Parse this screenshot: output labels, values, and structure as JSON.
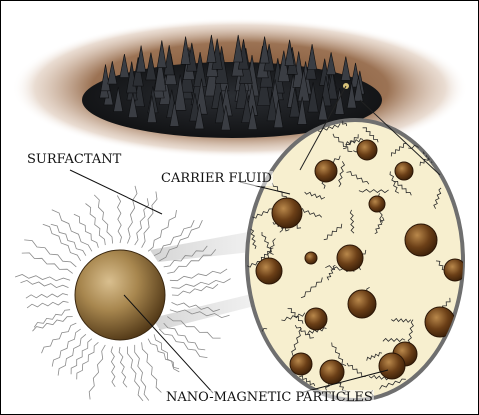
{
  "labels": {
    "surfactant": "SURFACTANT",
    "carrier_fluid": "CARRIER FLUID",
    "nano_particles": "NANO-MAGNETIC PARTICLES"
  },
  "colors": {
    "fluid_bg": "#f7efcf",
    "fluid_border": "#6f6f6f",
    "particle_fill": "#5e3714",
    "particle_highlight": "#a97a43",
    "big_particle": "#8a6a3c",
    "ferrofluid_dark": "#1d1f22",
    "stain": "#8a5a36"
  }
}
